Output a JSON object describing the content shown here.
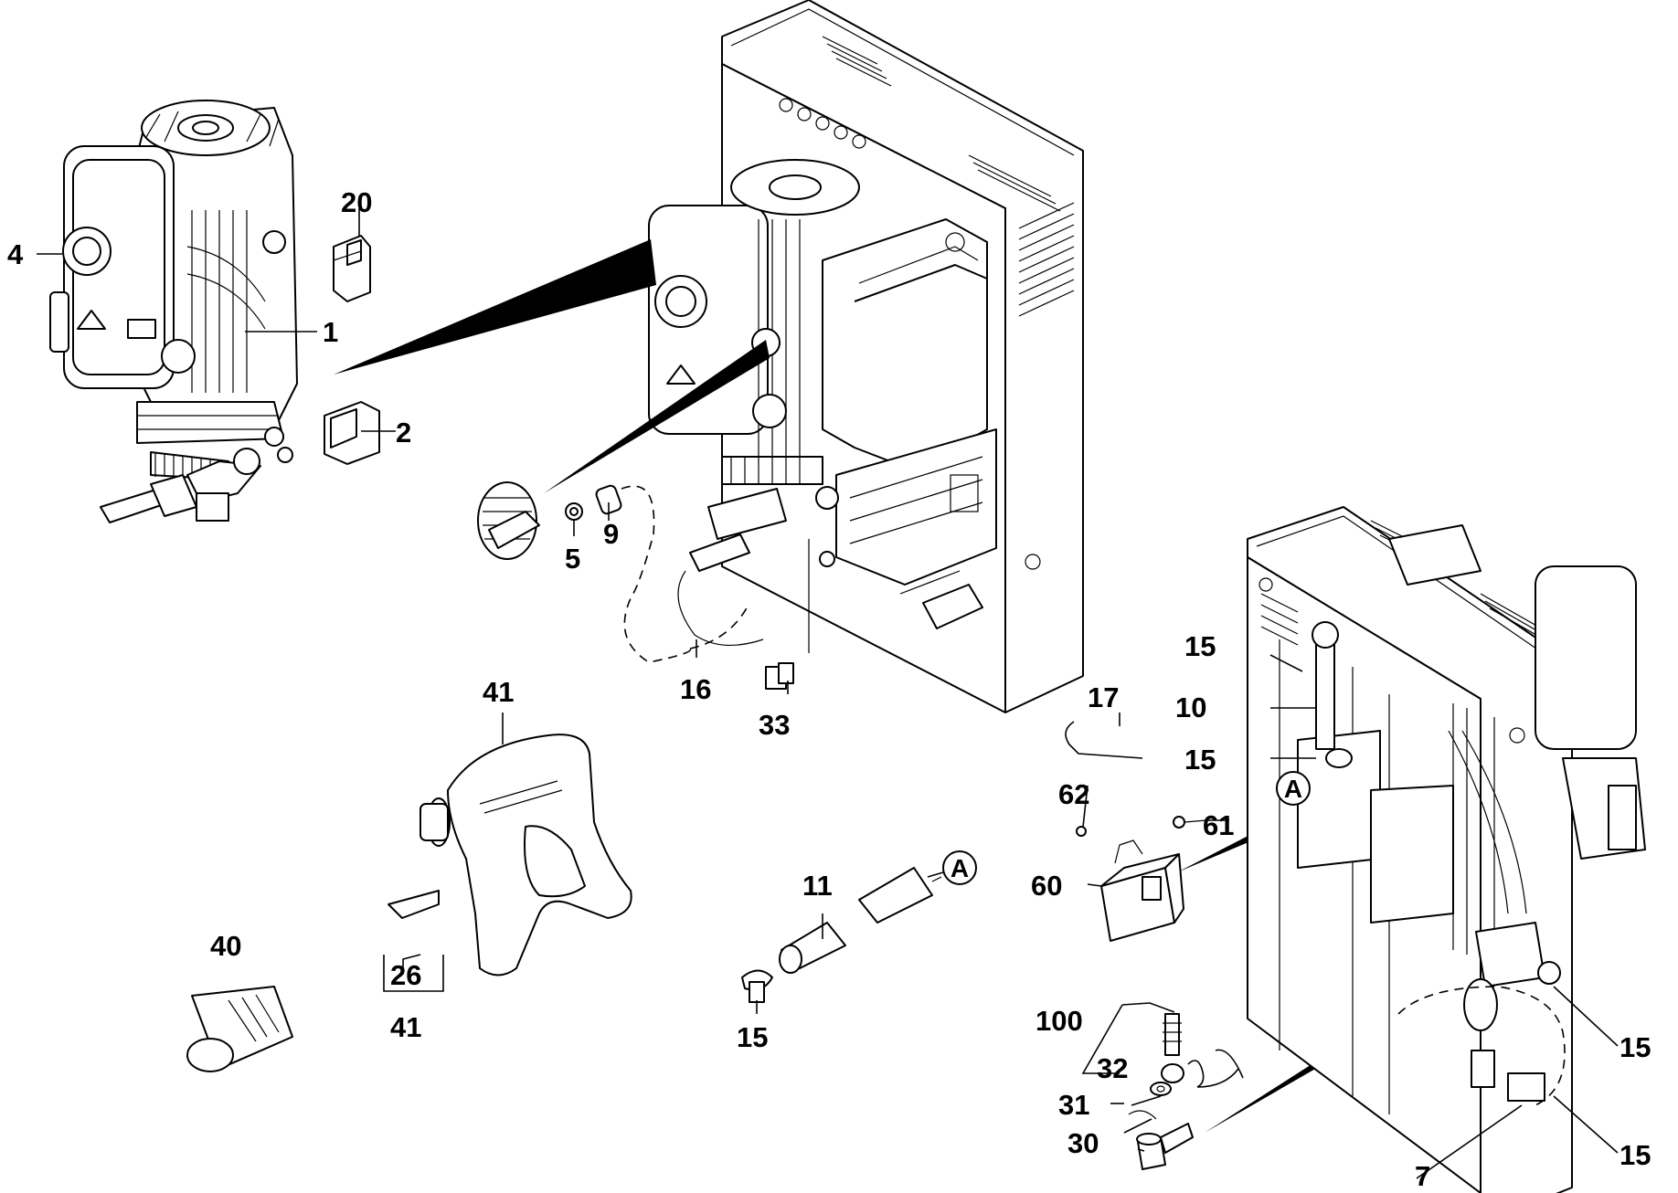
{
  "diagram": {
    "labels": {
      "p1": "1",
      "p2": "2",
      "p4": "4",
      "p20": "20",
      "p5": "5",
      "p9": "9",
      "p16": "16",
      "p33": "33",
      "p41_top": "41",
      "p26": "26",
      "p41_bottom": "41",
      "p40": "40",
      "p11": "11",
      "p15_hose": "15",
      "p17": "17",
      "p15_a": "15",
      "p10": "10",
      "p15_b": "15",
      "p62": "62",
      "p61": "61",
      "p60": "60",
      "p100": "100",
      "p32": "32",
      "p31": "31",
      "p30": "30",
      "p7": "7",
      "p15_c": "15",
      "p15_d": "15"
    },
    "ref_markers": [
      "A",
      "A"
    ]
  }
}
